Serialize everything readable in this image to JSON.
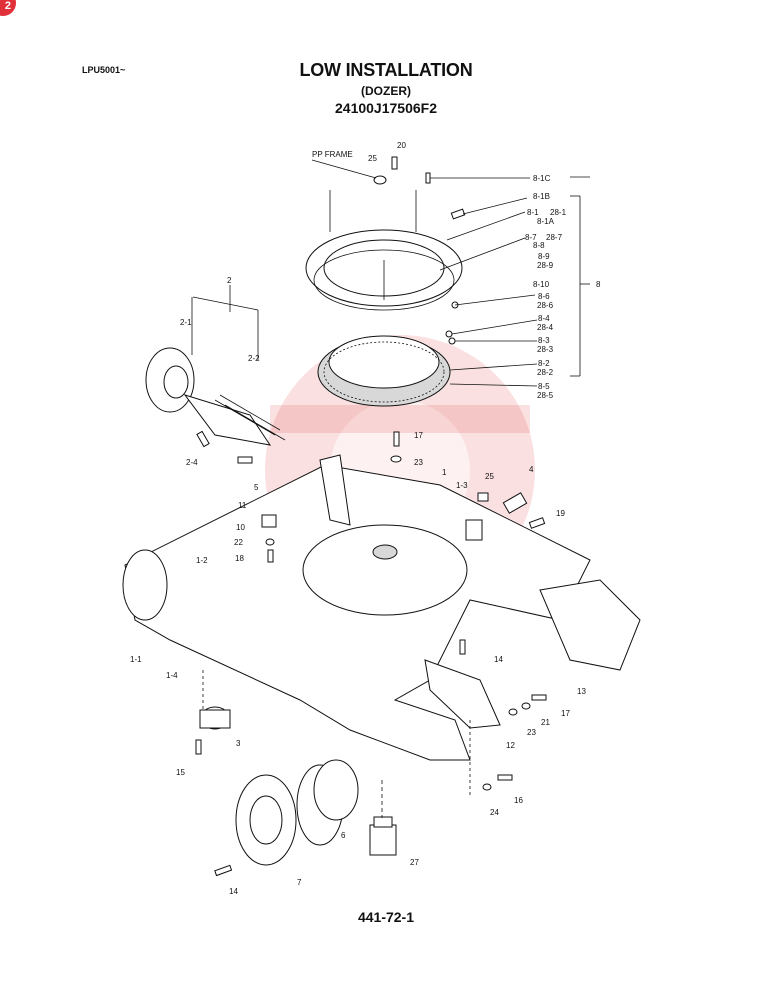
{
  "header": {
    "model_code": "LPU5001~",
    "title": "LOW INSTALLATION",
    "subtitle": "(DOZER)",
    "part_number": "24100J17506F2"
  },
  "footer": {
    "page_ref": "441-72-1"
  },
  "badge": {
    "text": "2",
    "color": "#e0303a"
  },
  "frame_label": "PP FRAME",
  "watermark_color": "#e04040",
  "callouts": {
    "c20": "20",
    "c25a": "25",
    "c8_1c": "8-1C",
    "c8_1b": "8-1B",
    "c8_1": "8-1",
    "c28_1": "28-1",
    "c8_1a": "8-1A",
    "c8_7": "8-7",
    "c28_7": "28-7",
    "c8_8": "8-8",
    "c8_9": "8-9",
    "c28_9": "28-9",
    "c8_10": "8-10",
    "c8": "8",
    "c8_6": "8-6",
    "c28_6": "28-6",
    "c8_4": "8-4",
    "c28_4": "28-4",
    "c8_3": "8-3",
    "c28_3": "28-3",
    "c8_2": "8-2",
    "c28_2": "28-2",
    "c8_5": "8-5",
    "c28_5": "28-5",
    "c2": "2",
    "c2_1": "2-1",
    "c2_2": "2-2",
    "c2_4": "2-4",
    "c5": "5",
    "c17a": "17",
    "c23a": "23",
    "c1": "1",
    "c1_3": "1-3",
    "c25b": "25",
    "c4": "4",
    "c19": "19",
    "c11": "11",
    "c10": "10",
    "c22": "22",
    "c18": "18",
    "c1_2": "1-2",
    "c1_1": "1-1",
    "c1_4": "1-4",
    "c14a": "14",
    "c13": "13",
    "c17b": "17",
    "c21": "21",
    "c23b": "23",
    "c12": "12",
    "c3": "3",
    "c15": "15",
    "c16": "16",
    "c24": "24",
    "c6": "6",
    "c27": "27",
    "c7": "7",
    "c14b": "14"
  }
}
